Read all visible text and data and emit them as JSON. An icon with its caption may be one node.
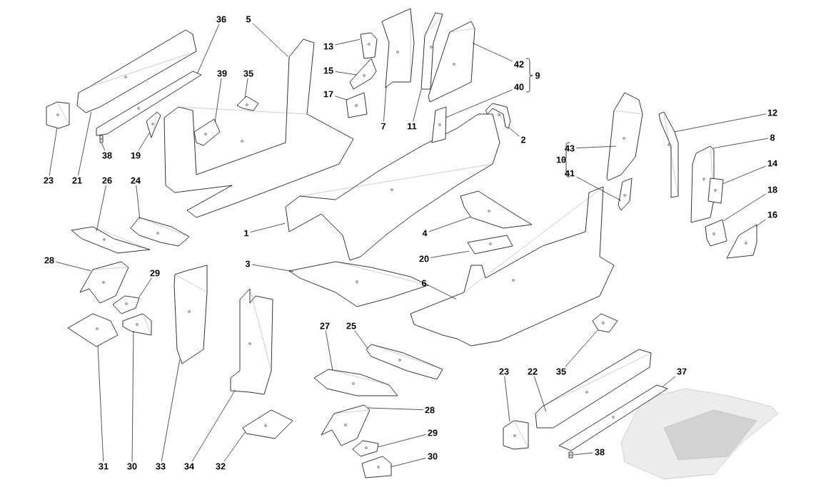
{
  "diagram": {
    "nodes": [
      {
        "text": [
          "1"
        ]
      },
      {
        "text": [],
        "shape": "picture"
      },
      {
        "text": [
          "2"
        ]
      },
      {
        "text": [],
        "shape": "picture"
      },
      {
        "text": [
          "3"
        ]
      },
      {
        "text": [],
        "shape": "picture"
      },
      {
        "text": [
          "4"
        ]
      },
      {
        "text": [],
        "shape": "picture"
      },
      {
        "text": [
          "5"
        ]
      },
      {
        "text": [],
        "shape": "picture"
      },
      {
        "text": [
          "6"
        ]
      },
      {
        "text": [],
        "shape": "picture"
      },
      {
        "text": [
          "7"
        ]
      },
      {
        "text": [],
        "shape": "picture"
      },
      {
        "text": [
          "8"
        ]
      },
      {
        "text": [],
        "shape": "picture"
      },
      {
        "text": [
          "11"
        ]
      },
      {
        "text": [],
        "shape": "picture"
      },
      {
        "text": [
          "12"
        ]
      },
      {
        "text": [],
        "shape": "picture"
      },
      {
        "text": [
          "13"
        ]
      },
      {
        "text": [],
        "shape": "picture"
      },
      {
        "text": [
          "14"
        ]
      },
      {
        "text": [],
        "shape": "picture"
      },
      {
        "text": [
          "15"
        ]
      },
      {
        "text": [],
        "shape": "picture"
      },
      {
        "text": [
          "16"
        ]
      },
      {
        "text": [],
        "shape": "picture"
      },
      {
        "text": [
          "17"
        ]
      },
      {
        "text": [],
        "shape": "picture"
      },
      {
        "text": [
          "18"
        ]
      },
      {
        "text": [],
        "shape": "picture"
      },
      {
        "text": [
          "19"
        ]
      },
      {
        "text": [],
        "shape": "picture"
      },
      {
        "text": [
          "20"
        ]
      },
      {
        "text": [],
        "shape": "picture"
      },
      {
        "text": [
          "21"
        ]
      },
      {
        "text": [],
        "shape": "picture"
      },
      {
        "text": [
          "22"
        ]
      },
      {
        "text": [],
        "shape": "picture"
      },
      {
        "text": [
          "23"
        ]
      },
      {
        "text": [],
        "shape": "picture"
      },
      {
        "text": [
          "23"
        ]
      },
      {
        "text": [],
        "shape": "picture"
      },
      {
        "text": [
          "24"
        ]
      },
      {
        "text": [],
        "shape": "picture"
      },
      {
        "text": [
          "25"
        ]
      },
      {
        "text": [],
        "shape": "picture"
      },
      {
        "text": [
          "26"
        ]
      },
      {
        "text": [],
        "shape": "picture"
      },
      {
        "text": [
          "27"
        ]
      },
      {
        "text": [],
        "shape": "picture"
      },
      {
        "text": [
          "28"
        ]
      },
      {
        "text": [],
        "shape": "picture"
      },
      {
        "text": [
          "28"
        ]
      },
      {
        "text": [],
        "shape": "picture"
      },
      {
        "text": [
          "29"
        ]
      },
      {
        "text": [],
        "shape": "picture"
      },
      {
        "text": [
          "29"
        ]
      },
      {
        "text": [],
        "shape": "picture"
      },
      {
        "text": [
          "30"
        ]
      },
      {
        "text": [],
        "shape": "picture"
      },
      {
        "text": [
          "30"
        ]
      },
      {
        "text": [],
        "shape": "picture"
      },
      {
        "text": [
          "31"
        ]
      },
      {
        "text": [],
        "shape": "picture"
      },
      {
        "text": [
          "32"
        ]
      },
      {
        "text": [],
        "shape": "picture"
      },
      {
        "text": [
          "33"
        ]
      },
      {
        "text": [],
        "shape": "picture"
      },
      {
        "text": [
          "34"
        ]
      },
      {
        "text": [],
        "shape": "picture"
      },
      {
        "text": [
          "35"
        ]
      },
      {
        "text": [],
        "shape": "picture"
      },
      {
        "text": [
          "35"
        ]
      },
      {
        "text": [],
        "shape": "picture"
      },
      {
        "text": [
          "36"
        ]
      },
      {
        "text": [],
        "shape": "picture"
      },
      {
        "text": [
          "37"
        ]
      },
      {
        "text": [],
        "shape": "picture"
      },
      {
        "text": [
          "38"
        ]
      },
      {
        "text": [],
        "shape": "picture"
      },
      {
        "text": [
          "38"
        ]
      },
      {
        "text": [],
        "shape": "picture"
      },
      {
        "text": [
          "39"
        ]
      },
      {
        "text": [],
        "shape": "picture"
      },
      {
        "text": [
          "40"
        ]
      },
      {
        "text": [],
        "shape": "picture"
      },
      {
        "text": [
          "41"
        ]
      },
      {
        "text": [],
        "shape": "picture"
      },
      {
        "text": [
          "42"
        ]
      },
      {
        "text": [],
        "shape": "picture"
      },
      {
        "text": [
          "43"
        ]
      },
      {
        "text": [],
        "shape": "picture"
      }
    ],
    "edges": [
      {
        "from": 0,
        "to": 1,
        "arrow": "none"
      },
      {
        "from": 2,
        "to": 3,
        "arrow": "none"
      },
      {
        "from": 4,
        "to": 5,
        "arrow": "none"
      },
      {
        "from": 6,
        "to": 7,
        "arrow": "none"
      },
      {
        "from": 8,
        "to": 9,
        "arrow": "none"
      },
      {
        "from": 10,
        "to": 11,
        "arrow": "none"
      },
      {
        "from": 12,
        "to": 13,
        "arrow": "none"
      },
      {
        "from": 14,
        "to": 15,
        "arrow": "none"
      },
      {
        "from": 16,
        "to": 17,
        "arrow": "none"
      },
      {
        "from": 18,
        "to": 19,
        "arrow": "none"
      },
      {
        "from": 20,
        "to": 21,
        "arrow": "none"
      },
      {
        "from": 22,
        "to": 23,
        "arrow": "none"
      },
      {
        "from": 24,
        "to": 25,
        "arrow": "none"
      },
      {
        "from": 26,
        "to": 27,
        "arrow": "none"
      },
      {
        "from": 28,
        "to": 29,
        "arrow": "none"
      },
      {
        "from": 30,
        "to": 31,
        "arrow": "none"
      },
      {
        "from": 32,
        "to": 33,
        "arrow": "none"
      },
      {
        "from": 34,
        "to": 35,
        "arrow": "none"
      },
      {
        "from": 36,
        "to": 37,
        "arrow": "none"
      },
      {
        "from": 38,
        "to": 39,
        "arrow": "none"
      },
      {
        "from": 40,
        "to": 41,
        "arrow": "none"
      },
      {
        "from": 42,
        "to": 43,
        "arrow": "none"
      },
      {
        "from": 44,
        "to": 45,
        "arrow": "none"
      },
      {
        "from": 46,
        "to": 47,
        "arrow": "none"
      },
      {
        "from": 48,
        "to": 49,
        "arrow": "none"
      },
      {
        "from": 50,
        "to": 51,
        "arrow": "none"
      },
      {
        "from": 52,
        "to": 53,
        "arrow": "none"
      },
      {
        "from": 54,
        "to": 55,
        "arrow": "none"
      },
      {
        "from": 56,
        "to": 57,
        "arrow": "none"
      },
      {
        "from": 58,
        "to": 59,
        "arrow": "none"
      },
      {
        "from": 60,
        "to": 61,
        "arrow": "none"
      },
      {
        "from": 62,
        "to": 63,
        "arrow": "none"
      },
      {
        "from": 64,
        "to": 65,
        "arrow": "none"
      },
      {
        "from": 66,
        "to": 67,
        "arrow": "none"
      },
      {
        "from": 68,
        "to": 69,
        "arrow": "none"
      },
      {
        "from": 70,
        "to": 71,
        "arrow": "none"
      },
      {
        "from": 72,
        "to": 73,
        "arrow": "none"
      },
      {
        "from": 74,
        "to": 75,
        "arrow": "none"
      },
      {
        "from": 76,
        "to": 77,
        "arrow": "none"
      },
      {
        "from": 78,
        "to": 79,
        "arrow": "none"
      },
      {
        "from": 80,
        "to": 81,
        "arrow": "none"
      },
      {
        "from": 82,
        "to": 83,
        "arrow": "none"
      },
      {
        "from": 84,
        "to": 85,
        "arrow": "none"
      },
      {
        "from": 86,
        "to": 87,
        "arrow": "none"
      },
      {
        "from": 88,
        "to": 89,
        "arrow": "none"
      },
      {
        "from": 90,
        "to": 91,
        "arrow": "none"
      },
      {
        "from": 92,
        "to": 93,
        "arrow": "none"
      }
    ],
    "labels": [
      "9",
      "10"
    ]
  }
}
